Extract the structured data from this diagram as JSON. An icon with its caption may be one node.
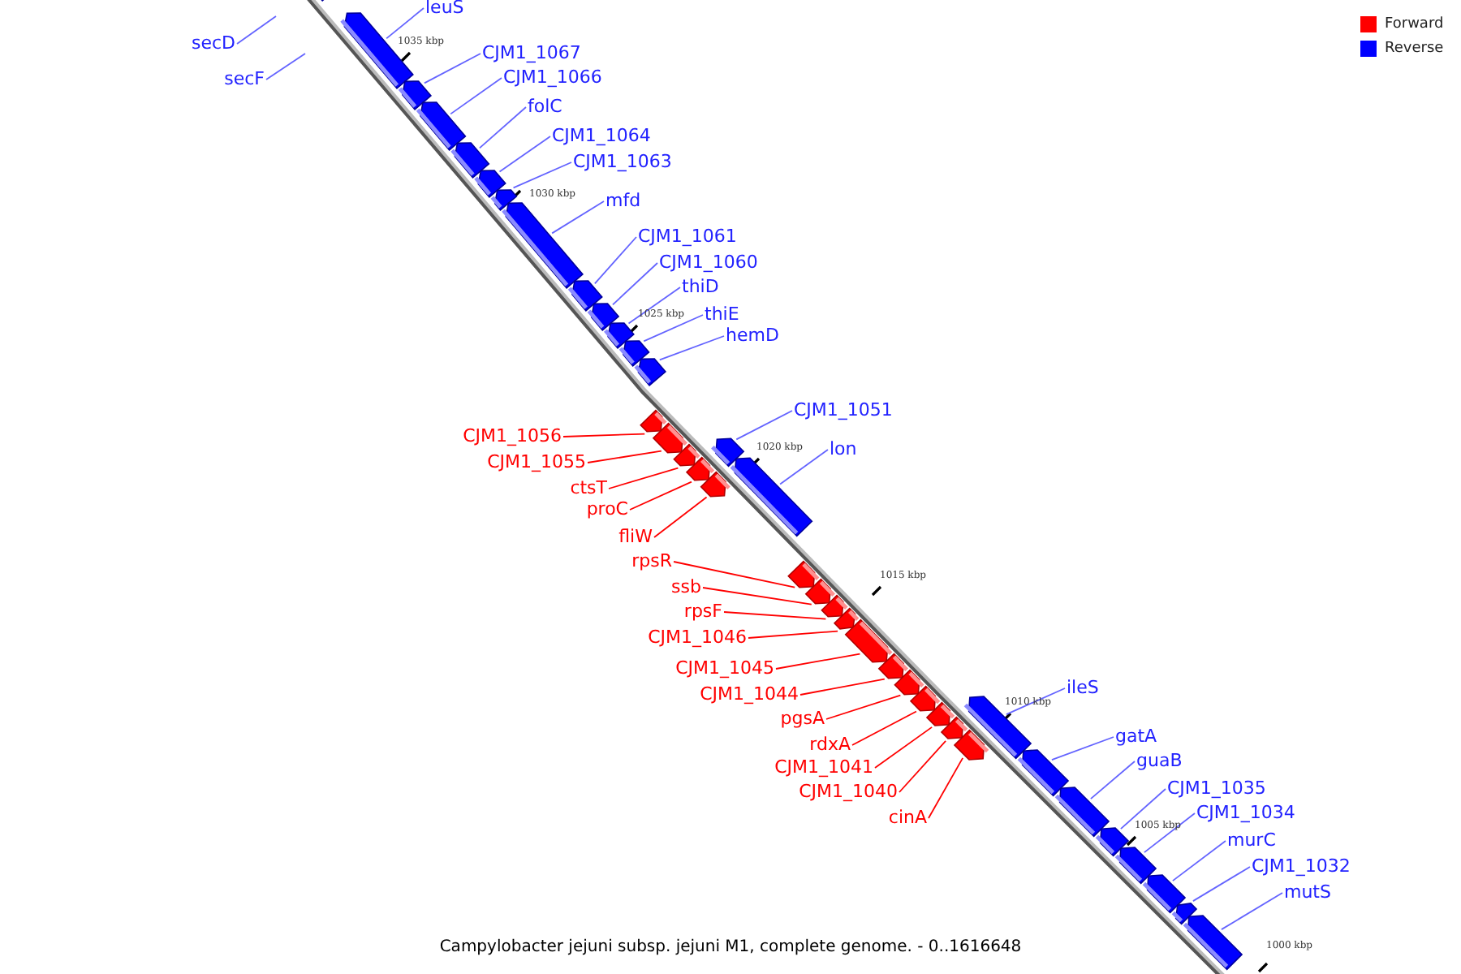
{
  "diagram": {
    "caption": "Campylobacter jejuni subsp. jejuni M1, complete genome. - 0..1616648",
    "nodes": [
      {
        "text": [],
        "shape": "bar"
      },
      {
        "text": [
          "secD"
        ]
      },
      {
        "text": [
          "secF"
        ]
      },
      {
        "text": [
          "leuS"
        ]
      },
      {
        "text": [],
        "shape": "bar"
      },
      {
        "text": [
          "CJM1_1067"
        ]
      },
      {
        "text": [],
        "shape": "bar"
      },
      {
        "text": [
          "CJM1_1066"
        ]
      },
      {
        "text": [],
        "shape": "bar"
      },
      {
        "text": [
          "folC"
        ]
      },
      {
        "text": [],
        "shape": "bar"
      },
      {
        "text": [
          "CJM1_1064"
        ]
      },
      {
        "text": [],
        "shape": "bar"
      },
      {
        "text": [
          "CJM1_1063"
        ]
      },
      {
        "text": [],
        "shape": "bar"
      },
      {
        "text": [
          "mfd"
        ]
      },
      {
        "text": [],
        "shape": "bar"
      },
      {
        "text": [
          "CJM1_1061"
        ]
      },
      {
        "text": [],
        "shape": "bar"
      },
      {
        "text": [
          "CJM1_1060"
        ]
      },
      {
        "text": [],
        "shape": "bar"
      },
      {
        "text": [
          "thiD"
        ]
      },
      {
        "text": [],
        "shape": "bar"
      },
      {
        "text": [
          "thiE"
        ]
      },
      {
        "text": [],
        "shape": "bar"
      },
      {
        "text": [
          "hemD"
        ]
      },
      {
        "text": [],
        "shape": "bar"
      },
      {
        "text": [
          "CJM1_1056"
        ]
      },
      {
        "text": [],
        "shape": "bar"
      },
      {
        "text": [
          "CJM1_1055"
        ]
      },
      {
        "text": [],
        "shape": "bar"
      },
      {
        "text": [
          "ctsT"
        ]
      },
      {
        "text": [],
        "shape": "bar"
      },
      {
        "text": [
          "proC"
        ]
      },
      {
        "text": [],
        "shape": "bar"
      },
      {
        "text": [
          "fliW"
        ]
      },
      {
        "text": [],
        "shape": "bar"
      },
      {
        "text": [
          "CJM1_1051"
        ]
      },
      {
        "text": [],
        "shape": "bar"
      },
      {
        "text": [
          "lon"
        ]
      },
      {
        "text": [],
        "shape": "bar"
      },
      {
        "text": [
          "rpsR"
        ]
      },
      {
        "text": [],
        "shape": "bar"
      },
      {
        "text": [
          "ssb"
        ]
      },
      {
        "text": [],
        "shape": "bar"
      },
      {
        "text": [
          "rpsF"
        ]
      },
      {
        "text": [],
        "shape": "bar"
      },
      {
        "text": [
          "CJM1_1046"
        ]
      },
      {
        "text": [],
        "shape": "bar"
      },
      {
        "text": [
          "CJM1_1045"
        ]
      },
      {
        "text": [],
        "shape": "bar"
      },
      {
        "text": [
          "CJM1_1044"
        ]
      },
      {
        "text": [],
        "shape": "bar"
      },
      {
        "text": [
          "pgsA"
        ]
      },
      {
        "text": [],
        "shape": "bar"
      },
      {
        "text": [
          "rdxA"
        ]
      },
      {
        "text": [],
        "shape": "bar"
      },
      {
        "text": [
          "CJM1_1041"
        ]
      },
      {
        "text": [],
        "shape": "bar"
      },
      {
        "text": [
          "CJM1_1040"
        ]
      },
      {
        "text": [],
        "shape": "bar"
      },
      {
        "text": [
          "cinA"
        ]
      },
      {
        "text": [],
        "shape": "bar"
      },
      {
        "text": [
          "ileS"
        ]
      },
      {
        "text": [],
        "shape": "bar"
      },
      {
        "text": [
          "gatA"
        ]
      },
      {
        "text": [],
        "shape": "bar"
      },
      {
        "text": [
          "guaB"
        ]
      },
      {
        "text": [],
        "shape": "bar"
      },
      {
        "text": [
          "CJM1_1035"
        ]
      },
      {
        "text": [],
        "shape": "bar"
      },
      {
        "text": [
          "CJM1_1034"
        ]
      },
      {
        "text": [],
        "shape": "bar"
      },
      {
        "text": [
          "murC"
        ]
      },
      {
        "text": [],
        "shape": "bar"
      },
      {
        "text": [
          "CJM1_1032"
        ]
      },
      {
        "text": [],
        "shape": "bar"
      },
      {
        "text": [
          "mutS"
        ]
      },
      {
        "text": [],
        "shape": "bar"
      }
    ],
    "edges": [
      {
        "from": 1,
        "to": null,
        "arrow": "none"
      },
      {
        "from": 2,
        "to": null,
        "arrow": "none"
      },
      {
        "from": 3,
        "to": 4,
        "arrow": "none"
      },
      {
        "from": 5,
        "to": 6,
        "arrow": "none"
      },
      {
        "from": 7,
        "to": 8,
        "arrow": "none"
      },
      {
        "from": 9,
        "to": 10,
        "arrow": "none"
      },
      {
        "from": 11,
        "to": 12,
        "arrow": "none"
      },
      {
        "from": 13,
        "to": 14,
        "arrow": "none"
      },
      {
        "from": 15,
        "to": 16,
        "arrow": "none"
      },
      {
        "from": 17,
        "to": 18,
        "arrow": "none"
      },
      {
        "from": 19,
        "to": 20,
        "arrow": "none"
      },
      {
        "from": 21,
        "to": 22,
        "arrow": "none"
      },
      {
        "from": 23,
        "to": 24,
        "arrow": "none"
      },
      {
        "from": 25,
        "to": 26,
        "arrow": "none"
      },
      {
        "from": 27,
        "to": 28,
        "arrow": "none",
        "color": "#ff0000"
      },
      {
        "from": 29,
        "to": 30,
        "arrow": "none",
        "color": "#ff0000"
      },
      {
        "from": 31,
        "to": 32,
        "arrow": "none",
        "color": "#ff0000"
      },
      {
        "from": 33,
        "to": 34,
        "arrow": "none",
        "color": "#ff0000"
      },
      {
        "from": 35,
        "to": 36,
        "arrow": "none",
        "color": "#ff0000"
      },
      {
        "from": 37,
        "to": 38,
        "arrow": "none"
      },
      {
        "from": 39,
        "to": 40,
        "arrow": "none"
      },
      {
        "from": 41,
        "to": 42,
        "arrow": "none",
        "color": "#ff0000"
      },
      {
        "from": 43,
        "to": 44,
        "arrow": "none",
        "color": "#ff0000"
      },
      {
        "from": 45,
        "to": 46,
        "arrow": "none",
        "color": "#ff0000"
      },
      {
        "from": 47,
        "to": 48,
        "arrow": "none",
        "color": "#ff0000"
      },
      {
        "from": 49,
        "to": 50,
        "arrow": "none",
        "color": "#ff0000"
      },
      {
        "from": 51,
        "to": 52,
        "arrow": "none",
        "color": "#ff0000"
      },
      {
        "from": 53,
        "to": 54,
        "arrow": "none",
        "color": "#ff0000"
      },
      {
        "from": 55,
        "to": 56,
        "arrow": "none",
        "color": "#ff0000"
      },
      {
        "from": 57,
        "to": 58,
        "arrow": "none",
        "color": "#ff0000"
      },
      {
        "from": 59,
        "to": 60,
        "arrow": "none",
        "color": "#ff0000"
      },
      {
        "from": 61,
        "to": 62,
        "arrow": "none",
        "color": "#ff0000"
      },
      {
        "from": 63,
        "to": 64,
        "arrow": "none"
      },
      {
        "from": 65,
        "to": 66,
        "arrow": "none"
      },
      {
        "from": 67,
        "to": 68,
        "arrow": "none"
      },
      {
        "from": 69,
        "to": 70,
        "arrow": "none"
      },
      {
        "from": 71,
        "to": 72,
        "arrow": "none"
      },
      {
        "from": 73,
        "to": 74,
        "arrow": "none"
      },
      {
        "from": 75,
        "to": 76,
        "arrow": "none"
      },
      {
        "from": 77,
        "to": 78,
        "arrow": "none"
      }
    ],
    "labels": [
      "1035 kbp",
      "1030 kbp",
      "1025 kbp",
      "1020 kbp",
      "1015 kbp",
      "1010 kbp",
      "1005 kbp",
      "1000 kbp"
    ],
    "legend": [
      {
        "text": "Forward",
        "color": "#ff0000"
      },
      {
        "text": "Reverse",
        "color": "#0000ff"
      }
    ]
  }
}
